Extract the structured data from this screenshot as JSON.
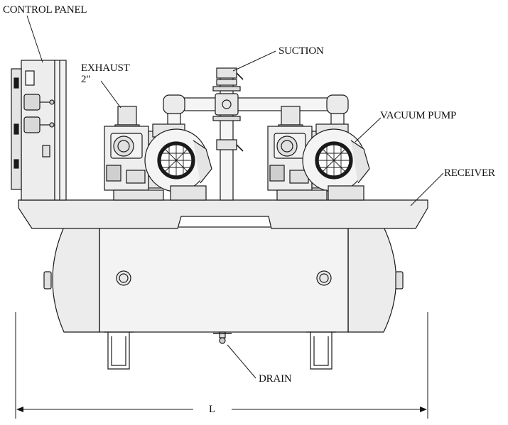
{
  "labels": {
    "control_panel": "CONTROL PANEL",
    "exhaust": "EXHAUST",
    "exhaust_size": "2\"",
    "suction": "SUCTION",
    "vacuum_pump": "VACUUM PUMP",
    "receiver": "RECEIVER",
    "drain": "DRAIN",
    "length": "L"
  },
  "colors": {
    "line": "#1a1a1a",
    "fill": "#ededed",
    "fill_light": "#f4f4f4",
    "fill_dark": "#cfcfcf"
  }
}
